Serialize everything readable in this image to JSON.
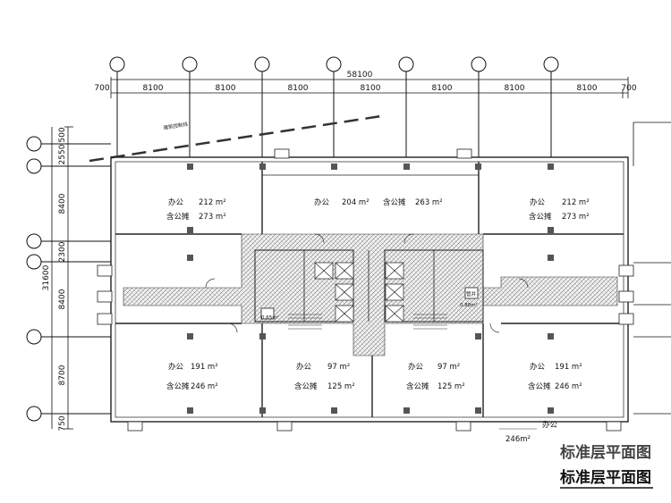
{
  "dimensions": {
    "total_width": "58100",
    "top_segments": [
      "700",
      "8100",
      "8100",
      "8100",
      "8100",
      "8100",
      "8100",
      "8100",
      "700"
    ],
    "total_height": "31600",
    "left_segments": [
      "500",
      "2550",
      "8400",
      "2300",
      "8400",
      "8700",
      "750"
    ]
  },
  "annotations": {
    "setback_line": "建筑控制线",
    "small_room": "管井",
    "shaft_area_left": "0.65m²",
    "shaft_area_right": "0.88m²",
    "extra_area": "246m²",
    "stray_text": "办公"
  },
  "rooms": [
    {
      "name": "办公",
      "area": "212 m²",
      "label2": "含公摊",
      "area2": "273 m²"
    },
    {
      "name": "办公",
      "area": "204 m²"
    },
    {
      "name": "含公摊",
      "area": "263 m²"
    },
    {
      "name": "办公",
      "area": "212 m²",
      "label2": "含公摊",
      "area2": "273 m²"
    },
    {
      "name": "办公",
      "area": "191 m²",
      "label2": "含公摊",
      "area2": "246 m²"
    },
    {
      "name": "办公",
      "area": "97 m²",
      "label2": "含公摊",
      "area2": "125 m²"
    },
    {
      "name": "办公",
      "area": "97 m²",
      "label2": "含公摊",
      "area2": "125 m²"
    },
    {
      "name": "办公",
      "area": "191 m²",
      "label2": "含公摊",
      "area2": "246 m²"
    }
  ],
  "title": {
    "ghost": "标准层平面图",
    "main": "标准层平面图"
  }
}
